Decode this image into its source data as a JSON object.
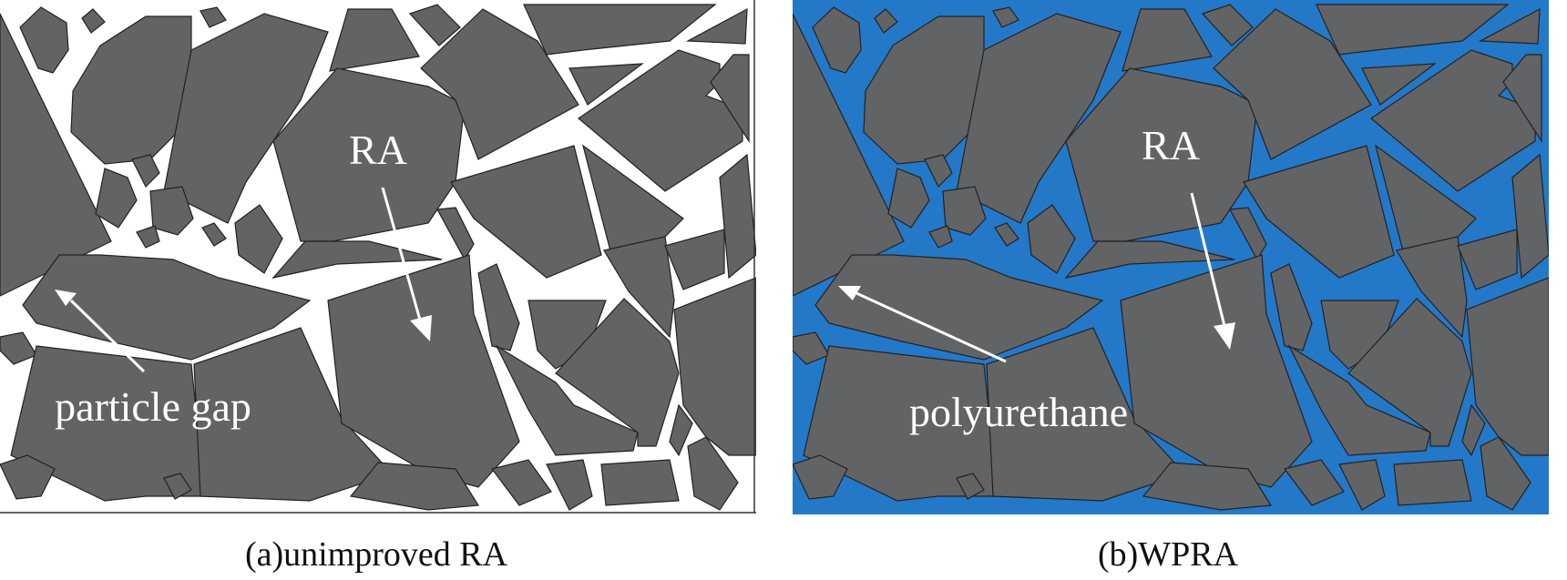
{
  "panels": [
    {
      "id": "a",
      "caption": "(a)unimproved RA",
      "labels": {
        "aggregate": "RA",
        "gap": "particle gap"
      },
      "colors": {
        "background": "#ffffff",
        "aggregate": "#626365"
      }
    },
    {
      "id": "b",
      "caption": "(b)WPRA",
      "labels": {
        "aggregate": "RA",
        "filler": "polyurethane"
      },
      "colors": {
        "background": "#2478c8",
        "aggregate": "#626365"
      }
    }
  ]
}
